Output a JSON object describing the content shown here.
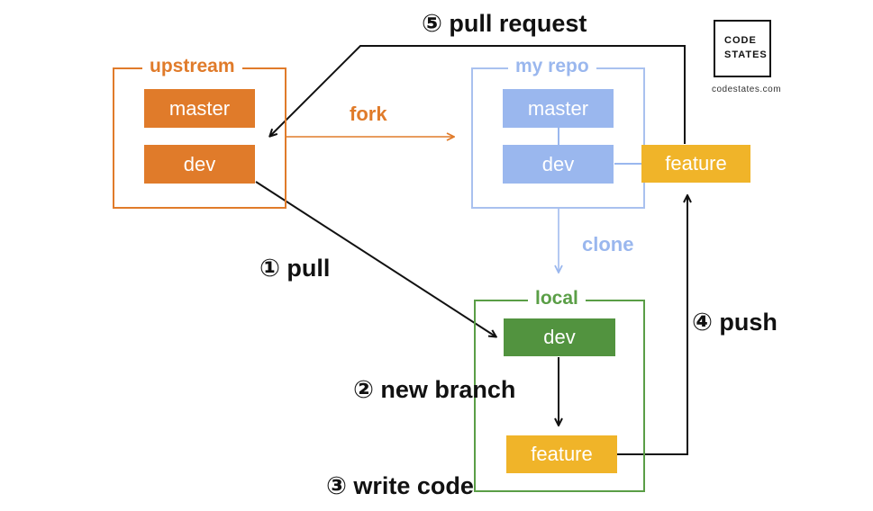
{
  "colors": {
    "upstream": "#e07b2a",
    "myrepo_frame": "#a9c1ef",
    "myrepo_box": "#9ab7ee",
    "local": "#5a9e46",
    "local_box": "#52933f",
    "feature": "#f0b429",
    "arrow": "#111111"
  },
  "upstream": {
    "title": "upstream",
    "master": "master",
    "dev": "dev"
  },
  "myrepo": {
    "title": "my repo",
    "master": "master",
    "dev": "dev",
    "feature": "feature"
  },
  "local": {
    "title": "local",
    "dev": "dev",
    "feature": "feature"
  },
  "edges": {
    "fork": "fork",
    "clone": "clone",
    "pull": "① pull",
    "new_branch": "② new branch",
    "write_code": "③ write code",
    "push": "④ push",
    "pull_request": "⑤ pull request"
  },
  "logo": {
    "line1": "CODE",
    "line2": "STATES",
    "caption": "codestates.com"
  }
}
